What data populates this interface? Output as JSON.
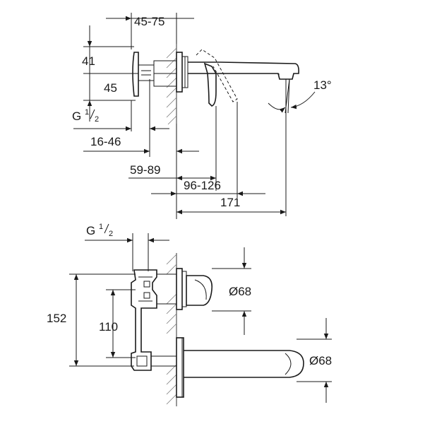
{
  "top_view": {
    "dim_45_75": "45-75",
    "dim_41": "41",
    "dim_45": "45",
    "thread_g": "G",
    "thread_num": "1",
    "thread_den": "2",
    "dim_16_46": "16-46",
    "dim_59_89": "59-89",
    "dim_96_126": "96-126",
    "dim_171": "171",
    "angle_13": "13°"
  },
  "front_view": {
    "thread_g": "G",
    "thread_num": "1",
    "thread_den": "2",
    "dim_152": "152",
    "dim_110": "110",
    "dia_handle": "Ø68",
    "dia_spout": "Ø68"
  }
}
